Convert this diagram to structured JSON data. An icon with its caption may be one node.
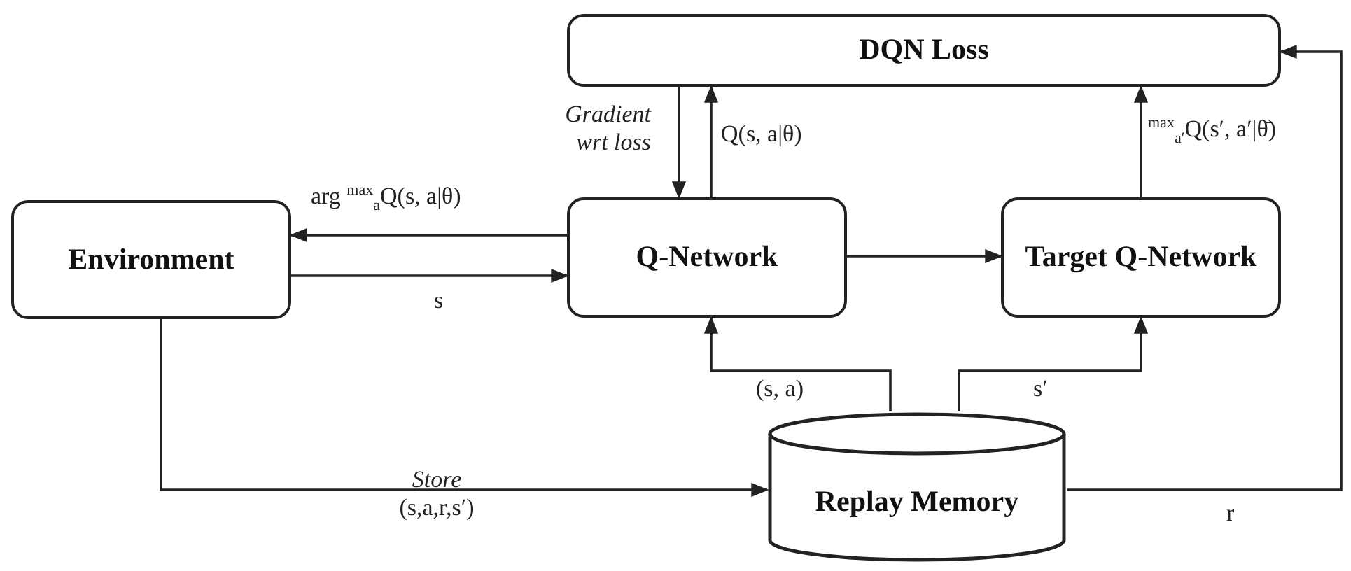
{
  "diagram": {
    "nodes": [
      {
        "text": [
          "DQN Loss"
        ]
      },
      {
        "text": [
          "Environment"
        ]
      },
      {
        "text": [
          "Q-Network"
        ]
      },
      {
        "text": [
          "Target Q-Network"
        ]
      },
      {
        "text": [
          "Replay Memory"
        ]
      }
    ],
    "edges": [
      {
        "from": 0,
        "to": 2,
        "arrow": "to",
        "label": "Gradient wrt loss"
      },
      {
        "from": 2,
        "to": 0,
        "arrow": "to",
        "label": "Q(s, a|θ)"
      },
      {
        "from": 2,
        "to": 1,
        "arrow": "to",
        "label": "arg $^{max}$$_{a}$Q(s, a|θ)"
      },
      {
        "from": 1,
        "to": 2,
        "arrow": "to",
        "label": "s"
      },
      {
        "from": 2,
        "to": 3,
        "arrow": "to"
      },
      {
        "from": 3,
        "to": 0,
        "arrow": "to",
        "label": "$^{max}$$_{a′}$Q(s′, a′|θ̄)"
      },
      {
        "from": 4,
        "to": 2,
        "arrow": "to",
        "label": "(s, a)"
      },
      {
        "from": 4,
        "to": 3,
        "arrow": "to",
        "label": "s′"
      },
      {
        "from": 1,
        "to": 4,
        "arrow": "to",
        "label": "*Store* (s,a,r,s′)"
      },
      {
        "from": 4,
        "to": 0,
        "arrow": "to",
        "label": "r"
      }
    ]
  }
}
